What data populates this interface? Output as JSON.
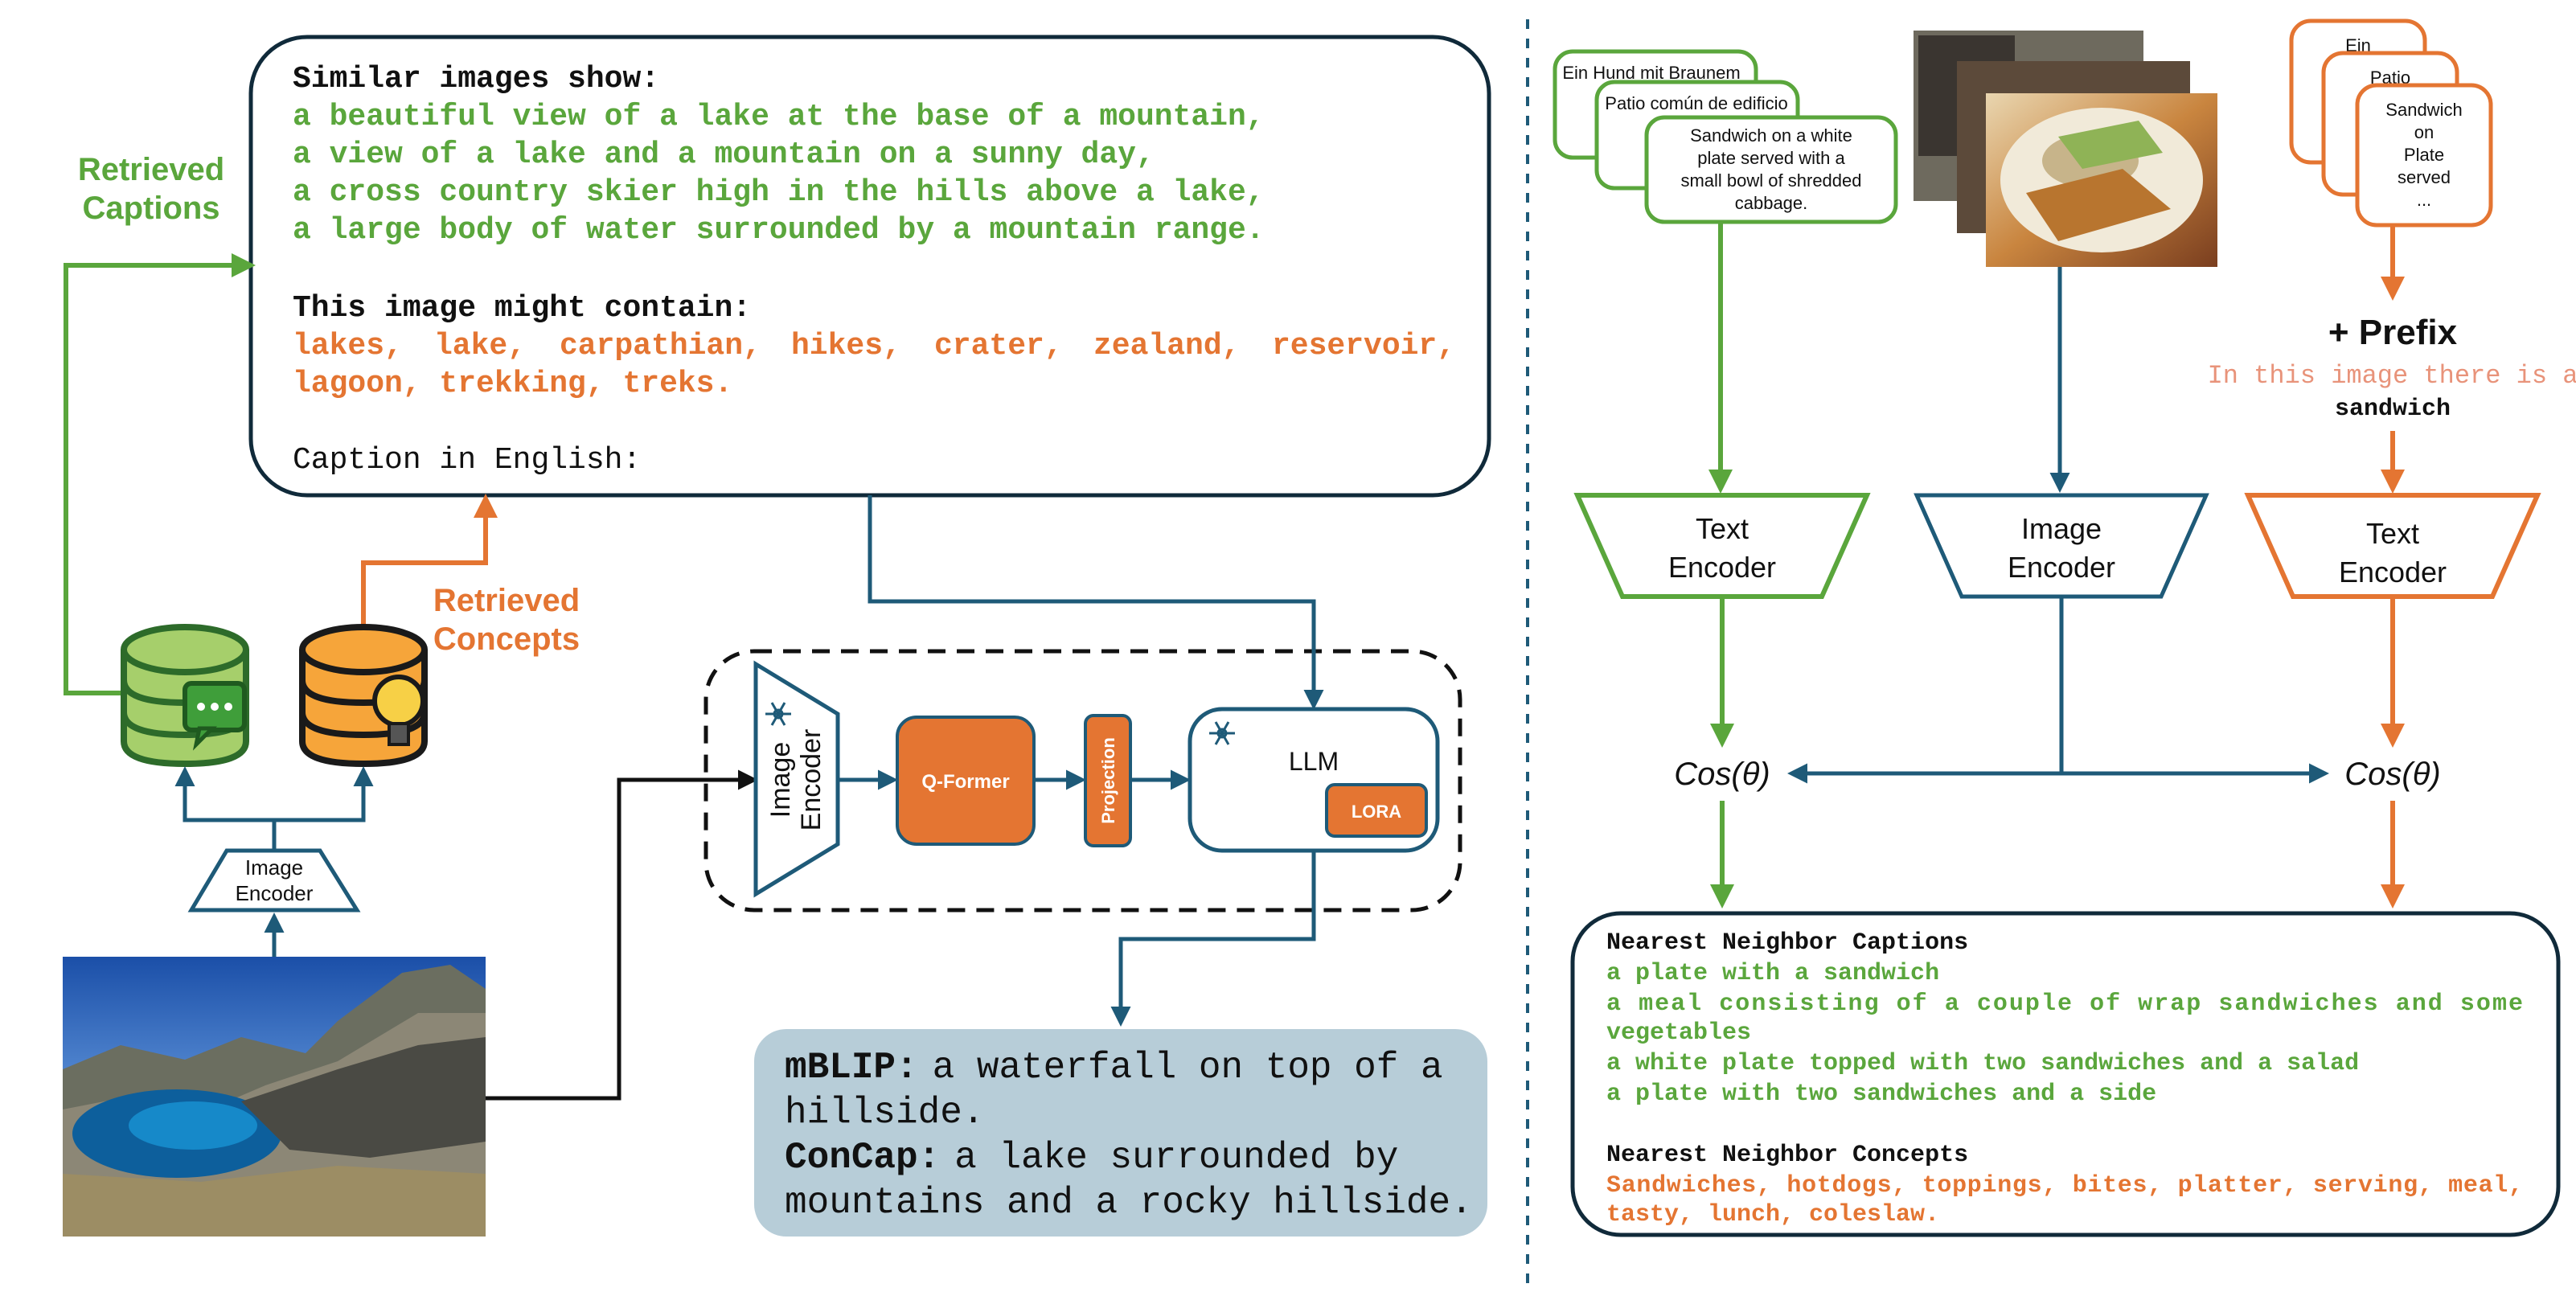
{
  "left": {
    "retrieved_captions_label": [
      "Retrieved",
      "Captions"
    ],
    "retrieved_concepts_label": [
      "Retrieved",
      "Concepts"
    ],
    "image_encoder_label": [
      "Image",
      "Encoder"
    ],
    "prompt": {
      "similar_heading": "Similar images show:",
      "captions": [
        "a beautiful view of a lake at the base of a mountain,",
        "a view of a lake and a mountain on a sunny day,",
        "a cross country skier high in the hills above a lake,",
        "a large body of water surrounded by a mountain range."
      ],
      "contain_heading": "This image might contain:",
      "concepts_line1": [
        "lakes,",
        "lake,",
        "carpathian,",
        "hikes,",
        "crater,",
        "zealand,",
        "reservoir,"
      ],
      "concepts_line2": "lagoon, trekking, treks.",
      "caption_prompt": "Caption in English:"
    },
    "model": {
      "image_encoder": [
        "Image",
        "Encoder"
      ],
      "qformer": "Q-Former",
      "projection": "Projection",
      "llm": "LLM",
      "lora": "LORA"
    },
    "output": {
      "mblip_label": "mBLIP:",
      "mblip_text_1": "a waterfall on top of a",
      "mblip_text_2": "hillside.",
      "concap_label": "ConCap:",
      "concap_text_1": "a lake surrounded by",
      "concap_text_2": "mountains and a rocky hillside."
    }
  },
  "right": {
    "caption_cards": [
      [
        "Ein Hund mit Braunem"
      ],
      [
        "Patio común de edificio"
      ],
      [
        "Sandwich on a white",
        "plate served with a",
        "small bowl of shredded",
        "cabbage."
      ]
    ],
    "concept_cards": [
      [
        "Ein"
      ],
      [
        "Patio"
      ],
      [
        "Sandwich",
        "on",
        "Plate",
        "served",
        "..."
      ]
    ],
    "prefix_title": "+ Prefix",
    "prefix_text": "In this image there is a",
    "prefix_word": "sandwich",
    "text_encoder": [
      "Text",
      "Encoder"
    ],
    "image_encoder": [
      "Image",
      "Encoder"
    ],
    "cos_label": "Cos(θ)",
    "result": {
      "captions_heading": "Nearest Neighbor Captions",
      "captions": [
        "a plate with a sandwich",
        "a  meal  consisting  of  a  couple  of  wrap  sandwiches  and  some",
        "vegetables",
        "a white plate topped with two sandwiches and a salad",
        "a plate with two sandwiches and a side"
      ],
      "concepts_heading": "Nearest Neighbor Concepts",
      "concepts_line1": "Sandwiches,  hotdogs,  toppings,  bites,  platter,  serving,  meal,",
      "concepts_line2": "tasty, lunch, coleslaw."
    }
  },
  "colors": {
    "green": "#5aa63c",
    "orange": "#e47532",
    "blue": "#1e5a78",
    "output_bg": "#b7cdd8"
  }
}
